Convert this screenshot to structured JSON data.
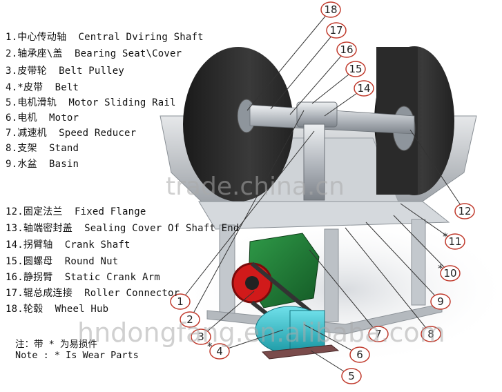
{
  "legend": [
    {
      "number": "1.",
      "cn": "中心传动轴",
      "en": "Central Dviring Shaft"
    },
    {
      "number": "2.",
      "cn": "轴承座\\盖",
      "en": "Bearing Seat\\Cover"
    },
    {
      "number": "3.",
      "cn": "皮带轮",
      "en": "Belt Pulley"
    },
    {
      "number": "4.*",
      "cn": "皮带",
      "en": "Belt"
    },
    {
      "number": "5.",
      "cn": "电机滑轨",
      "en": "Motor Sliding Rail"
    },
    {
      "number": "6.",
      "cn": "电机",
      "en": "Motor"
    },
    {
      "number": "7.",
      "cn": "减速机",
      "en": "Speed Reducer"
    },
    {
      "number": "8.",
      "cn": "支架",
      "en": "Stand"
    },
    {
      "number": "9.",
      "cn": "水盆",
      "en": "Basin"
    },
    {
      "number": "12.",
      "cn": "固定法兰",
      "en": "Fixed Flange"
    },
    {
      "number": "13.",
      "cn": "轴端密封盖",
      "en": "Sealing Cover Of Shaft End"
    },
    {
      "number": "14.",
      "cn": "拐臂轴",
      "en": "Crank Shaft"
    },
    {
      "number": "15.",
      "cn": "圆螺母",
      "en": "Round Nut"
    },
    {
      "number": "16.",
      "cn": "静拐臂",
      "en": "Static Crank Arm"
    },
    {
      "number": "17.",
      "cn": "辊总成连接",
      "en": "Roller Connector"
    },
    {
      "number": "18.",
      "cn": "轮毂",
      "en": "Wheel Hub"
    }
  ],
  "note": {
    "cn": "注：带 * 为易损件",
    "en": "Note : * Is Wear Parts"
  },
  "callouts": [
    "18",
    "17",
    "16",
    "15",
    "14",
    "12",
    "11",
    "10",
    "9",
    "8",
    "7",
    "6",
    "5",
    "4",
    "3",
    "2",
    "1"
  ],
  "callout_marks": {
    "11": "*",
    "10": "*",
    "4": "*"
  },
  "watermarks": {
    "center": "trade.china.cn",
    "bottom": "hndongfang.en.alibaba.com"
  },
  "colors": {
    "callout_stroke": "#c0392b",
    "roller": "#2b2b2b",
    "frame": "#c9cdd1",
    "reducer": "#1f7a35",
    "pulley": "#d11a1a",
    "motor": "#3cc4cf"
  }
}
